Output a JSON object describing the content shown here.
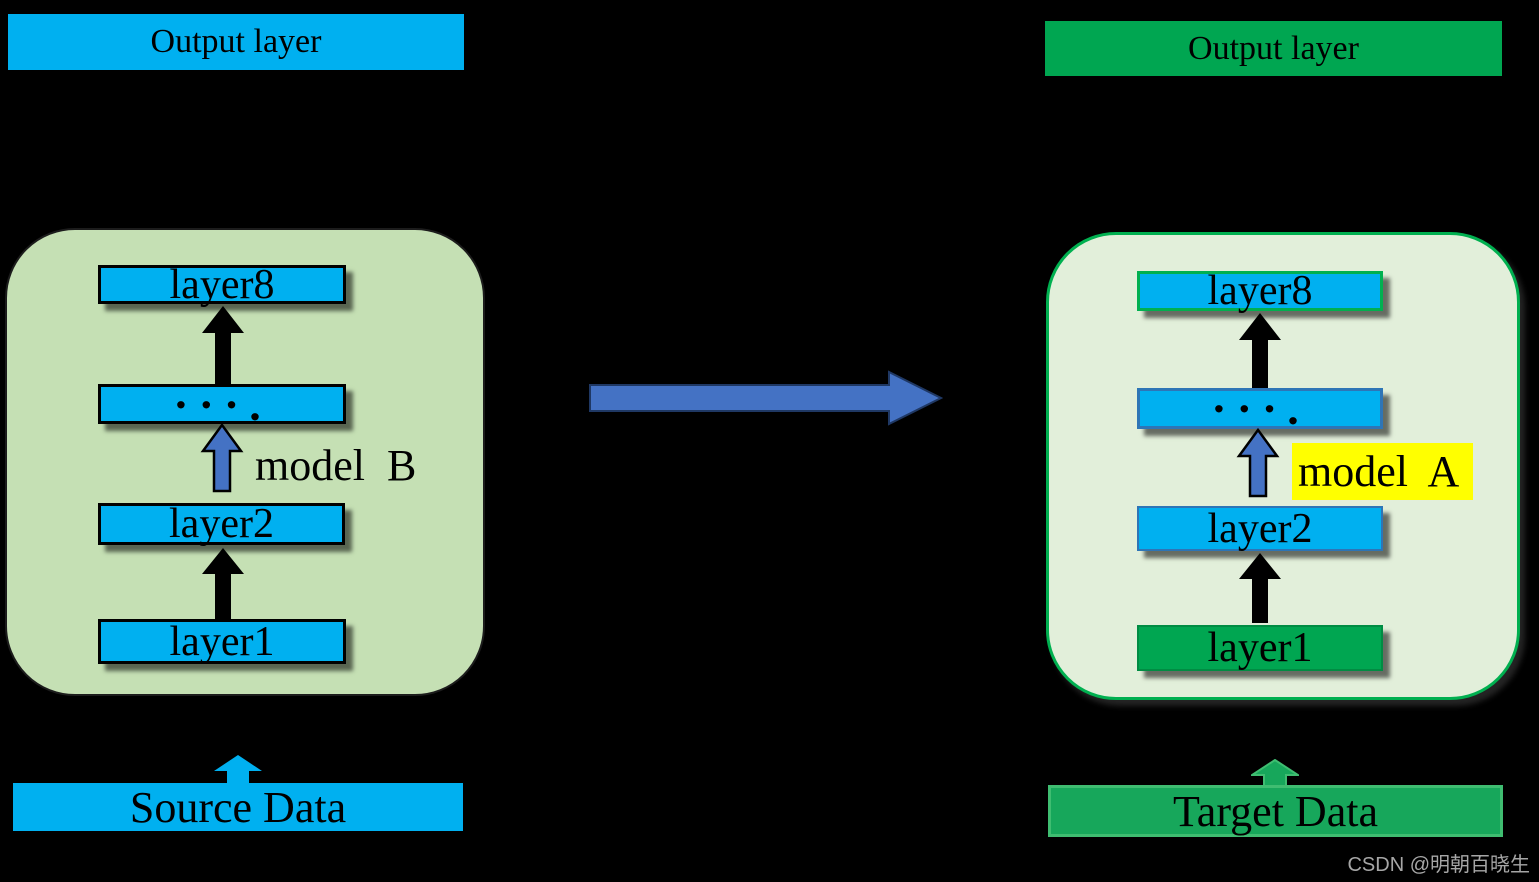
{
  "diagram": {
    "description_visible_text_only": true,
    "left_model": {
      "output_label": "Output layer",
      "layer_top_label": "layer8",
      "dots_label": "···.",
      "layer2_label": "layer2",
      "layer1_label": "layer1",
      "model_label": "model  B",
      "data_label": "Source Data"
    },
    "right_model": {
      "output_label": "Output layer",
      "layer_top_label": "layer8",
      "dots_label": "···.",
      "layer2_label": "layer2",
      "layer1_label": "layer1",
      "model_label": "model  A",
      "data_label": "Target Data"
    },
    "watermark": "CSDN @明朝百晓生",
    "colors": {
      "background": "#000000",
      "cyan_box": "#00B0F0",
      "green_box": "#00A651",
      "green_border": "#00B050",
      "container_left_fill": "#C5E0B4",
      "container_right_fill": "#E2EFDA",
      "blue_arrow_fill": "#4472C4",
      "blue_arrow_border": "#1F3864",
      "dots_box_border_right": "#2E75B6",
      "model_a_highlight": "#FFFF00",
      "target_data_fill": "#17A75B",
      "target_data_border": "#3FBD71",
      "watermark_gray": "#A6A6A6"
    },
    "icons": [
      "up-arrow-icon",
      "transfer-right-arrow-icon"
    ]
  }
}
